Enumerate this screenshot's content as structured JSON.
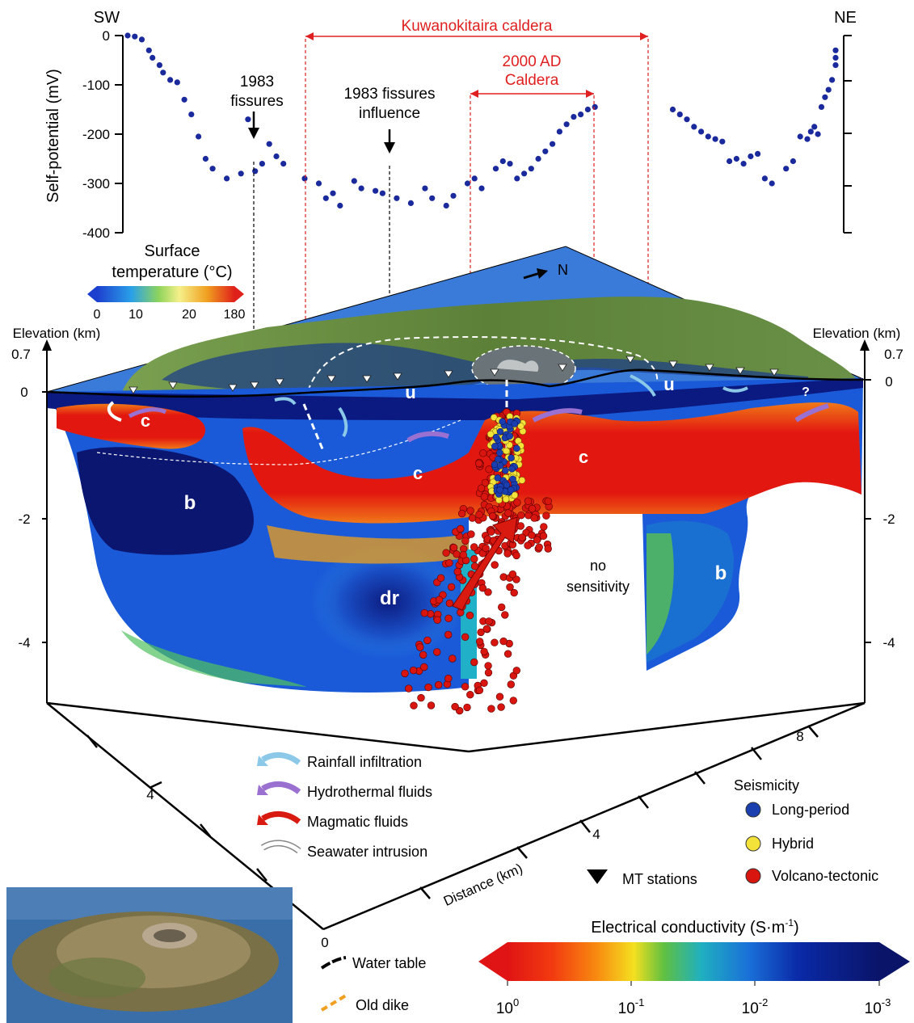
{
  "sp_profile": {
    "left_dir": "SW",
    "right_dir": "NE",
    "ylabel": "Self-potential (mV)",
    "yticks": [
      "0",
      "-100",
      "-200",
      "-300",
      "-400"
    ],
    "caldera_outer": "Kuwanokitaira caldera",
    "caldera_inner_line1": "2000 AD",
    "caldera_inner_line2": "Caldera",
    "fissures_line1": "1983",
    "fissures_line2": "fissures",
    "influence_line1": "1983 fissures",
    "influence_line2": "influence",
    "point_color": "#1a2a9c",
    "chart_data": {
      "type": "scatter",
      "ylabel": "Self-potential (mV)",
      "ylim": [
        -400,
        0
      ],
      "x_unit": "relative position along profile SW to NE (0-1)",
      "points": [
        [
          0.0,
          0
        ],
        [
          0.01,
          -2
        ],
        [
          0.02,
          -8
        ],
        [
          0.03,
          -30
        ],
        [
          0.035,
          -45
        ],
        [
          0.045,
          -60
        ],
        [
          0.05,
          -75
        ],
        [
          0.06,
          -90
        ],
        [
          0.07,
          -95
        ],
        [
          0.08,
          -130
        ],
        [
          0.09,
          -160
        ],
        [
          0.1,
          -205
        ],
        [
          0.11,
          -250
        ],
        [
          0.12,
          -270
        ],
        [
          0.14,
          -290
        ],
        [
          0.16,
          -280
        ],
        [
          0.17,
          -170
        ],
        [
          0.18,
          -275
        ],
        [
          0.19,
          -260
        ],
        [
          0.2,
          -220
        ],
        [
          0.21,
          -245
        ],
        [
          0.22,
          -260
        ],
        [
          0.25,
          -290
        ],
        [
          0.27,
          -300
        ],
        [
          0.28,
          -330
        ],
        [
          0.29,
          -320
        ],
        [
          0.3,
          -345
        ],
        [
          0.32,
          -295
        ],
        [
          0.33,
          -310
        ],
        [
          0.35,
          -315
        ],
        [
          0.36,
          -320
        ],
        [
          0.38,
          -330
        ],
        [
          0.4,
          -340
        ],
        [
          0.42,
          -310
        ],
        [
          0.43,
          -330
        ],
        [
          0.45,
          -345
        ],
        [
          0.46,
          -325
        ],
        [
          0.48,
          -300
        ],
        [
          0.49,
          -290
        ],
        [
          0.5,
          -310
        ],
        [
          0.52,
          -270
        ],
        [
          0.53,
          -255
        ],
        [
          0.54,
          -260
        ],
        [
          0.55,
          -290
        ],
        [
          0.56,
          -280
        ],
        [
          0.57,
          -270
        ],
        [
          0.58,
          -250
        ],
        [
          0.59,
          -235
        ],
        [
          0.6,
          -220
        ],
        [
          0.61,
          -195
        ],
        [
          0.62,
          -180
        ],
        [
          0.63,
          -165
        ],
        [
          0.64,
          -160
        ],
        [
          0.65,
          -150
        ],
        [
          0.66,
          -145
        ],
        [
          0.77,
          -150
        ],
        [
          0.78,
          -160
        ],
        [
          0.79,
          -170
        ],
        [
          0.8,
          -185
        ],
        [
          0.81,
          -195
        ],
        [
          0.82,
          -205
        ],
        [
          0.83,
          -210
        ],
        [
          0.84,
          -215
        ],
        [
          0.85,
          -255
        ],
        [
          0.86,
          -250
        ],
        [
          0.87,
          -260
        ],
        [
          0.88,
          -245
        ],
        [
          0.89,
          -240
        ],
        [
          0.9,
          -290
        ],
        [
          0.91,
          -300
        ],
        [
          0.93,
          -270
        ],
        [
          0.94,
          -255
        ],
        [
          0.95,
          -205
        ],
        [
          0.96,
          -210
        ],
        [
          0.965,
          -195
        ],
        [
          0.97,
          -185
        ],
        [
          0.975,
          -200
        ],
        [
          0.98,
          -145
        ],
        [
          0.985,
          -125
        ],
        [
          0.99,
          -110
        ],
        [
          0.995,
          -90
        ],
        [
          1.0,
          -60
        ],
        [
          1.005,
          -45
        ],
        [
          1.01,
          -30
        ]
      ]
    }
  },
  "section": {
    "left_elev_label": "Elevation (km)",
    "right_elev_label": "Elevation (km)",
    "top_tick": "0.7",
    "left_ticks": [
      "0",
      "-2",
      "-4"
    ],
    "right_ticks": [
      "0",
      "-2",
      "-4"
    ],
    "north": "N",
    "zones": {
      "c": "c",
      "b": "b",
      "u": "u",
      "dr": "dr",
      "q": "?"
    },
    "no_sens_line1": "no",
    "no_sens_line2": "sensitivity",
    "distance_label": "Distance (km)",
    "distance_ticks": [
      "0",
      "4",
      "8"
    ],
    "depth_tick": "4"
  },
  "surface_temp": {
    "title_line1": "Surface",
    "title_line2": "temperature (°C)",
    "ticks": [
      "0",
      "10",
      "20",
      "180"
    ]
  },
  "legend_fluids": [
    {
      "label": "Rainfall infiltration",
      "color": "#8cc8e8"
    },
    {
      "label": "Hydrothermal fluids",
      "color": "#9a70d0"
    },
    {
      "label": "Magmatic fluids",
      "color": "#d81a10"
    },
    {
      "label": "Seawater intrusion",
      "color": "#ffffff"
    }
  ],
  "seismicity": {
    "title": "Seismicity",
    "items": [
      {
        "label": "Long-period",
        "color": "#1c3fb0"
      },
      {
        "label": "Hybrid",
        "color": "#f2e23a"
      },
      {
        "label": "Volcano-tectonic",
        "color": "#d8150e"
      }
    ]
  },
  "mt_stations": "MT stations",
  "water_table": "Water table",
  "old_dike": "Old dike",
  "conductivity": {
    "title": "Electrical conductivity (S·m",
    "title_sup": "-1",
    "title_end": ")",
    "ticks_base": [
      "10",
      "10",
      "10",
      "10"
    ],
    "ticks_exp": [
      "0",
      "-1",
      "-2",
      "-3"
    ]
  }
}
